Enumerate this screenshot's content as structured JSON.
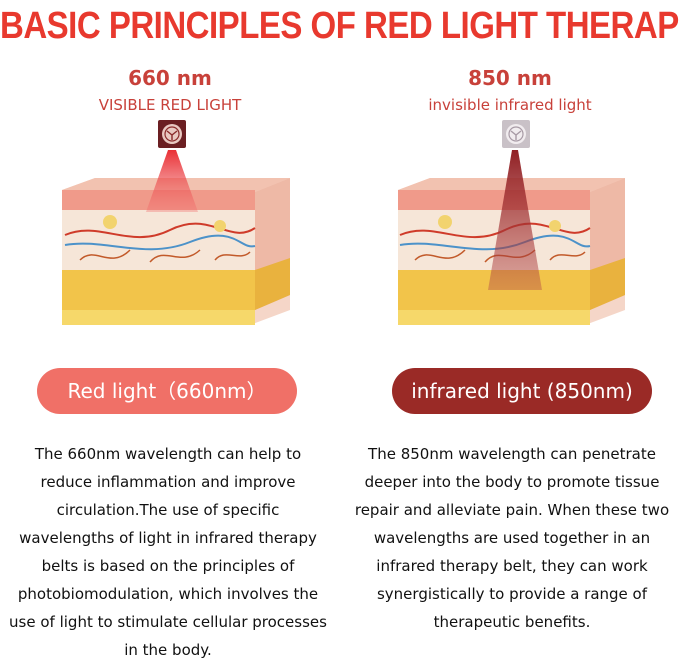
{
  "title": "BASIC PRINCIPLES OF RED LIGHT THERAPY",
  "colors": {
    "title": "#e8392e",
    "accent_text": "#c8413a",
    "red_pill": "#f07067",
    "infrared_pill": "#9a2a26"
  },
  "left": {
    "wavelength": "660 nm",
    "subtitle": "VISIBLE RED LIGHT",
    "led_icon": "led-chip-icon",
    "pill_label": "Red light（660nm）",
    "description": "The 660nm wavelength can help to reduce inflammation and improve circulation.The use of specific wavelengths of light in infrared therapy belts is based on the principles of photobiomodulation, which involves the use of light to stimulate cellular processes in the body."
  },
  "right": {
    "wavelength": "850 nm",
    "subtitle": "invisible infrared light",
    "led_icon": "led-chip-icon",
    "pill_label": "infrared light (850nm)",
    "description": "The 850nm wavelength can penetrate deeper into the body to promote tissue repair and alleviate pain. When these two wavelengths are used together in an infrared therapy belt, they can work synergistically to provide a range of therapeutic benefits."
  }
}
